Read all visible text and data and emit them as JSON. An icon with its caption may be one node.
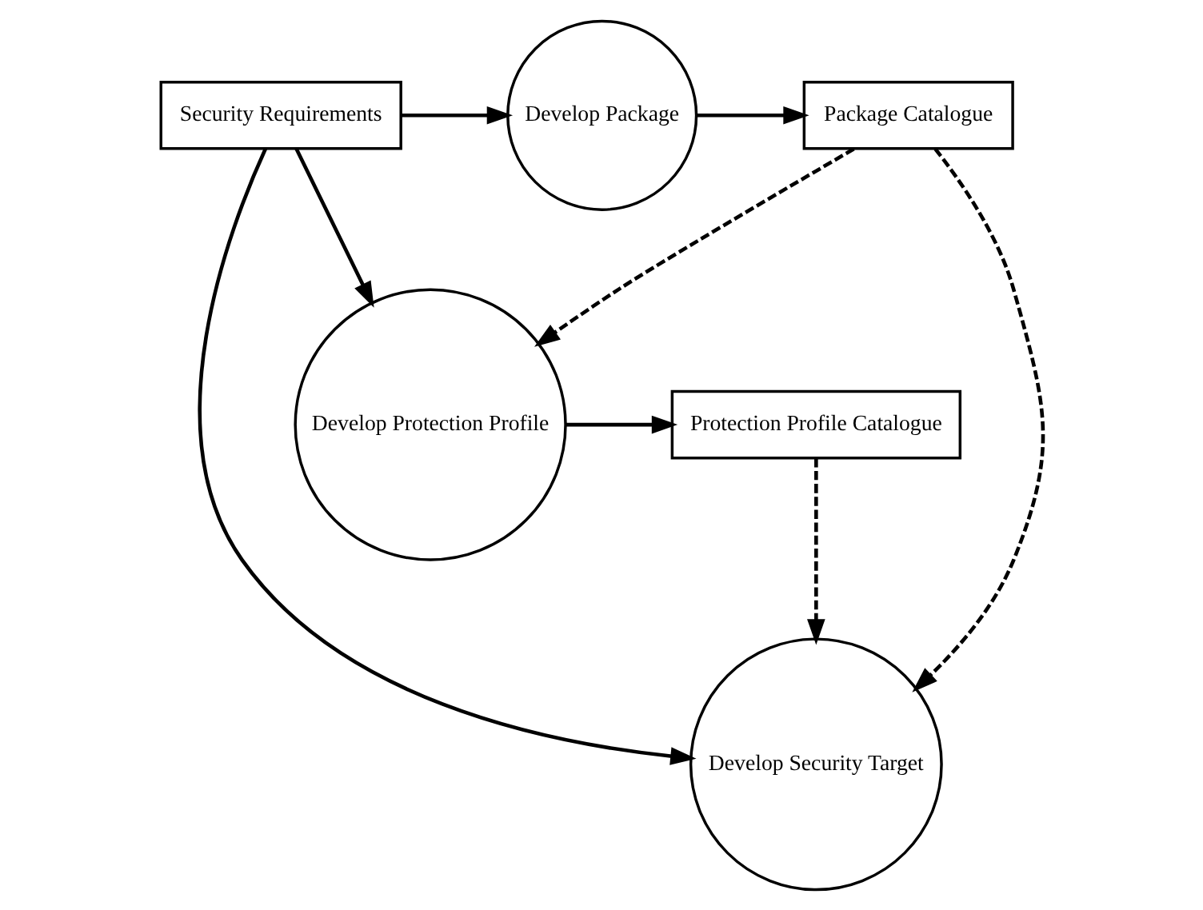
{
  "diagram": {
    "nodes": [
      {
        "text": [
          "Security Requirements"
        ]
      },
      {
        "text": [
          "Develop Package"
        ]
      },
      {
        "text": [
          "Package Catalogue"
        ]
      },
      {
        "text": [
          "Develop Protection Profile"
        ]
      },
      {
        "text": [
          "Protection Profile Catalogue"
        ]
      },
      {
        "text": [
          "Develop Security Target"
        ]
      }
    ],
    "edges": [
      {
        "from": 0,
        "to": 1,
        "arrow": "to"
      },
      {
        "from": 1,
        "to": 2,
        "arrow": "to"
      },
      {
        "from": 2,
        "to": 3,
        "arrow": "to",
        "style": "dashed"
      },
      {
        "from": 0,
        "to": 3,
        "arrow": "to"
      },
      {
        "from": 3,
        "to": 4,
        "arrow": "to"
      },
      {
        "from": 4,
        "to": 5,
        "arrow": "to",
        "style": "dashed"
      },
      {
        "from": 0,
        "to": 5,
        "arrow": "to"
      },
      {
        "from": 2,
        "to": 5,
        "arrow": "to",
        "style": "dashed"
      }
    ]
  }
}
